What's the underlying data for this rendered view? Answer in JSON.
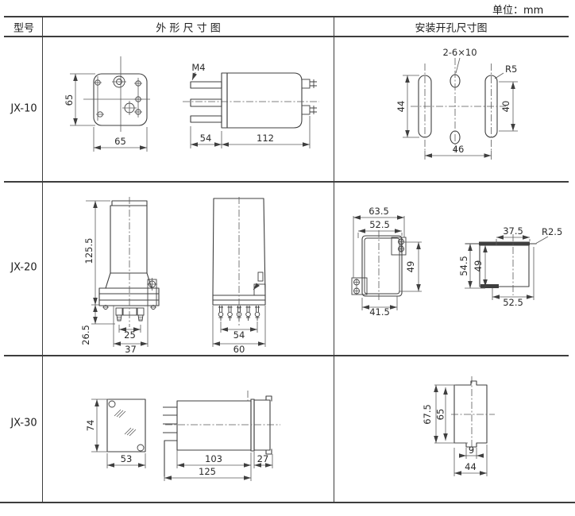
{
  "unit": "单位：mm",
  "table": {
    "col_model": "型号",
    "col_outline": "外 形 尺 寸 图",
    "col_mount": "安装开孔尺寸图",
    "models": [
      "JX-10",
      "JX-20",
      "JX-30"
    ]
  },
  "dims": {
    "jx10_front": {
      "h": "65",
      "w": "65"
    },
    "jx10_side": {
      "thread": "M4",
      "front": "54",
      "body": "112"
    },
    "jx10_mount": {
      "holes": "2-6×10",
      "r": "R5",
      "v": "44",
      "v2": "40",
      "h": "46"
    },
    "jx20_front": {
      "h": "125.5",
      "h2": "26.5",
      "pins": "25",
      "base": "37"
    },
    "jx20_side": {
      "inner": "54",
      "outer": "60"
    },
    "jx20_mount_a": {
      "w1": "63.5",
      "w2": "52.5",
      "h": "49",
      "w3": "41.5"
    },
    "jx20_mount_b": {
      "w1": "37.5",
      "r": "R2.5",
      "h1": "54.5",
      "h2": "49",
      "w2": "52.5"
    },
    "jx30_front": {
      "h": "74",
      "w": "53"
    },
    "jx30_side": {
      "body": "103",
      "flange": "27",
      "total": "125"
    },
    "jx30_mount": {
      "h1": "67.5",
      "h2": "65",
      "notch": "9",
      "w": "44"
    }
  }
}
